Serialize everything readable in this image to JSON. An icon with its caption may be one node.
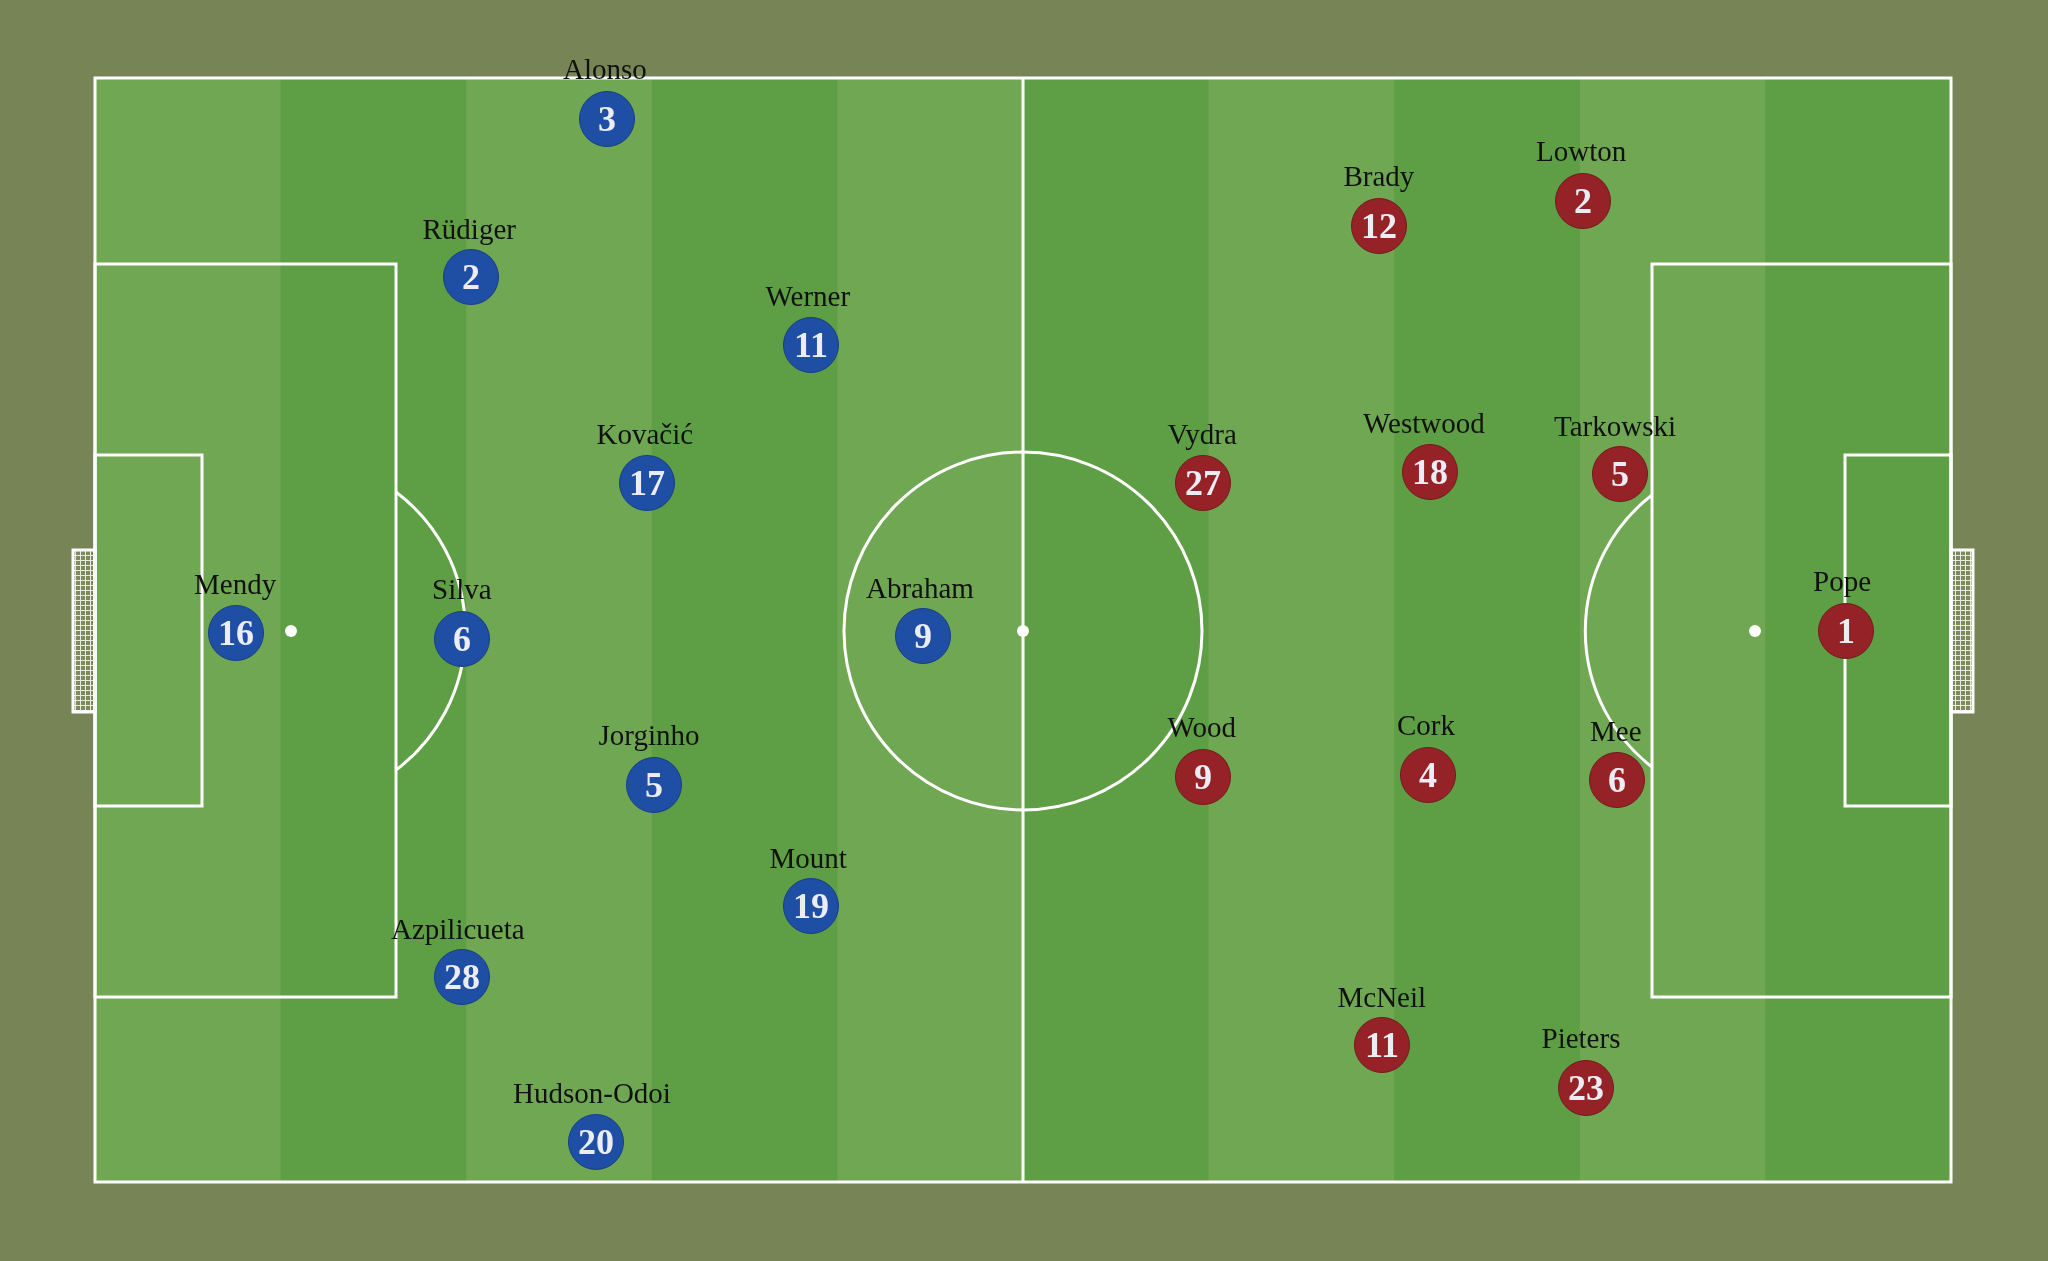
{
  "diagram": {
    "nodes": [
      {
        "text": [
          "3"
        ],
        "beside": [
          "Alonso"
        ]
      },
      {
        "text": [
          "2"
        ],
        "beside": [
          "Rüdiger"
        ]
      },
      {
        "text": [
          "11"
        ],
        "beside": [
          "Werner"
        ]
      },
      {
        "text": [
          "17"
        ],
        "beside": [
          "Kovačić"
        ]
      },
      {
        "text": [
          "16"
        ],
        "beside": [
          "Mendy"
        ]
      },
      {
        "text": [
          "6"
        ],
        "beside": [
          "Silva"
        ]
      },
      {
        "text": [
          "9"
        ],
        "beside": [
          "Abraham"
        ]
      },
      {
        "text": [
          "5"
        ],
        "beside": [
          "Jorginho"
        ]
      },
      {
        "text": [
          "19"
        ],
        "beside": [
          "Mount"
        ]
      },
      {
        "text": [
          "28"
        ],
        "beside": [
          "Azpilicueta"
        ]
      },
      {
        "text": [
          "20"
        ],
        "beside": [
          "Hudson-Odoi"
        ]
      },
      {
        "text": [
          "2"
        ],
        "beside": [
          "Lowton"
        ]
      },
      {
        "text": [
          "12"
        ],
        "beside": [
          "Brady"
        ]
      },
      {
        "text": [
          "18"
        ],
        "beside": [
          "Westwood"
        ]
      },
      {
        "text": [
          "5"
        ],
        "beside": [
          "Tarkowski"
        ]
      },
      {
        "text": [
          "27"
        ],
        "beside": [
          "Vydra"
        ]
      },
      {
        "text": [
          "1"
        ],
        "beside": [
          "Pope"
        ]
      },
      {
        "text": [
          "4"
        ],
        "beside": [
          "Cork"
        ]
      },
      {
        "text": [
          "9"
        ],
        "beside": [
          "Wood"
        ]
      },
      {
        "text": [
          "6"
        ],
        "beside": [
          "Mee"
        ]
      },
      {
        "text": [
          "11"
        ],
        "beside": [
          "McNeil"
        ]
      },
      {
        "text": [
          "23"
        ],
        "beside": [
          "Pieters"
        ]
      }
    ]
  }
}
